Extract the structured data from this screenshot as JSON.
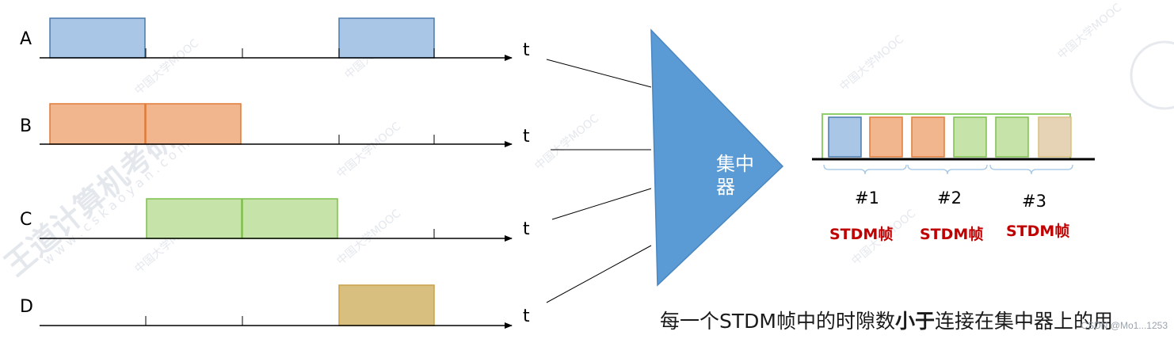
{
  "channels": [
    {
      "name": "A",
      "axis_label": "t"
    },
    {
      "name": "B",
      "axis_label": "t"
    },
    {
      "name": "C",
      "axis_label": "t"
    },
    {
      "name": "D",
      "axis_label": "t"
    }
  ],
  "concentrator": {
    "label_line1": "集中",
    "label_line2": "器",
    "color": "#5b9bd5"
  },
  "frames": [
    {
      "number": "#1",
      "label": "STDM帧"
    },
    {
      "number": "#2",
      "label": "STDM帧"
    },
    {
      "number": "#3",
      "label": "STDM帧"
    }
  ],
  "colors": {
    "A": "#a9c6e6",
    "B": "#f2b68e",
    "C": "#c6e3a9",
    "D": "#d9bf7f",
    "frame_label": "#c00000",
    "frame_outline": "#8fcf6a"
  },
  "caption": {
    "before": "每一个STDM帧中的时隙数",
    "emphasis": "小于",
    "after": "连接在集中器上的用"
  },
  "credit": "CSDN @Mo1...1253",
  "watermark": {
    "course": "中国大学MOOC",
    "brand": "王道计算机考研",
    "site": "w w w . c s k a o y a n . c o m"
  }
}
